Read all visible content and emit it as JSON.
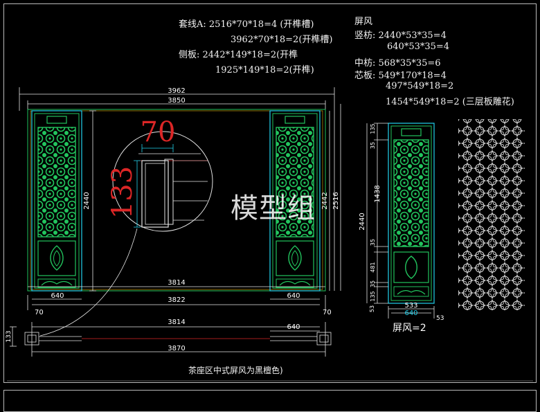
{
  "notes": {
    "top_left": [
      "套线A: 2516*70*18=4 (开榫槽)",
      "3962*70*18=2(开榫槽)",
      "侧板: 2442*149*18=2(开榫",
      "1925*149*18=2(开榫)"
    ],
    "top_right": [
      "屏风",
      "竖枋: 2440*53*35=4",
      "640*53*35=4",
      "中枋: 568*35*35=6",
      "芯板: 549*170*18=4",
      "497*549*18=2",
      "1454*549*18=2 (三层板雕花)"
    ]
  },
  "elevation": {
    "width_outer": "3962",
    "width_inner": "3850",
    "height_left": "2440",
    "height_right_inner": "2442",
    "height_right_outer": "2516",
    "bottom_inner": "3814",
    "bottom_overall": "3822",
    "panel_left": "640",
    "panel_right": "640",
    "edge_left": "70",
    "edge_right": "70"
  },
  "detail": {
    "dim_width": "70",
    "dim_height": "133"
  },
  "plan": {
    "dim_inner": "3814",
    "dim_panel": "640",
    "dim_overall": "3870",
    "dim_side": "133"
  },
  "screen_side": {
    "height_total": "2440",
    "seg_top": "135",
    "seg_rail1": "35",
    "seg_center": "1438",
    "seg_rail2": "35",
    "seg_lower": "481",
    "seg_rail3": "35",
    "seg_bottom": "135",
    "width_inner": "533",
    "width_outer": "640",
    "edge_left": "53",
    "edge_right": "53",
    "caption": "屏风=2"
  },
  "watermark": "模型组",
  "caption": "茶座区中式屏风为黑檀色)",
  "colors": {
    "bg": "#000000",
    "frame_green": "#22c55e",
    "frame_cyan": "#22d3ee",
    "dim_line": "#e5e5e5",
    "red_accent": "#dc2626",
    "yellow": "#eab308"
  }
}
